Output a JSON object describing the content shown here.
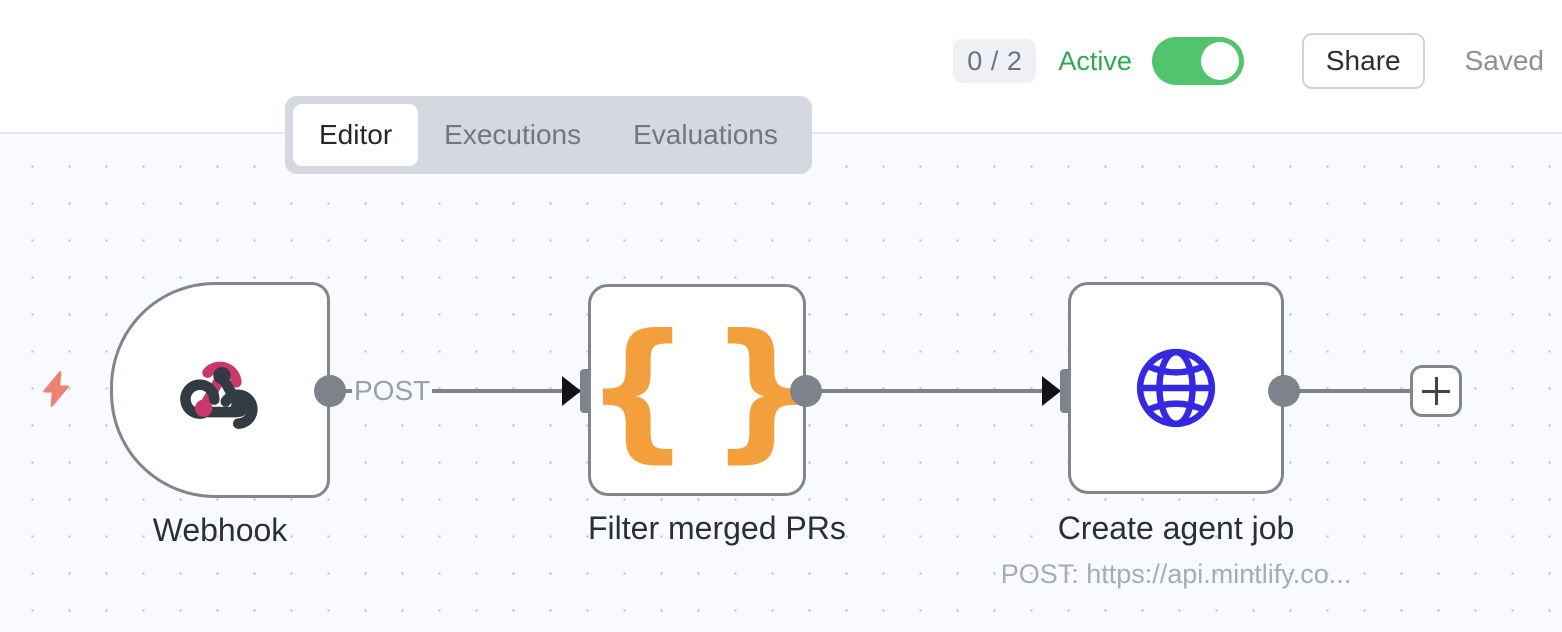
{
  "header": {
    "count_badge": "0 / 2",
    "active_label": "Active",
    "toggle_state": "on",
    "share_label": "Share",
    "saved_label": "Saved",
    "accent_green": "#52c46d",
    "active_text_color": "#2eaa52"
  },
  "tabs": [
    {
      "label": "Editor",
      "active": true
    },
    {
      "label": "Executions",
      "active": false
    },
    {
      "label": "Evaluations",
      "active": false
    }
  ],
  "canvas": {
    "background": "#f9fafd",
    "grid": "dot-grid",
    "nodes": [
      {
        "id": "webhook",
        "label": "Webhook",
        "sublabel": "",
        "icon": "webhook-logo-icon",
        "icon_colors": [
          "#c9386a",
          "#333b42"
        ],
        "kind": "trigger"
      },
      {
        "id": "filter-merged-prs",
        "label": "Filter merged PRs",
        "sublabel": "",
        "icon": "curly-braces-icon",
        "icon_colors": [
          "#f3a03c"
        ],
        "kind": "code"
      },
      {
        "id": "create-agent-job",
        "label": "Create agent job",
        "sublabel": "POST: https://api.mintlify.co...",
        "icon": "globe-icon",
        "icon_colors": [
          "#3429e0"
        ],
        "kind": "http-request"
      }
    ],
    "edges": [
      {
        "from": "webhook",
        "to": "filter-merged-prs",
        "label": "POST"
      },
      {
        "from": "filter-merged-prs",
        "to": "create-agent-job",
        "label": ""
      }
    ],
    "add_node_button": "+",
    "trigger_bolt_color": "#ee8171"
  }
}
